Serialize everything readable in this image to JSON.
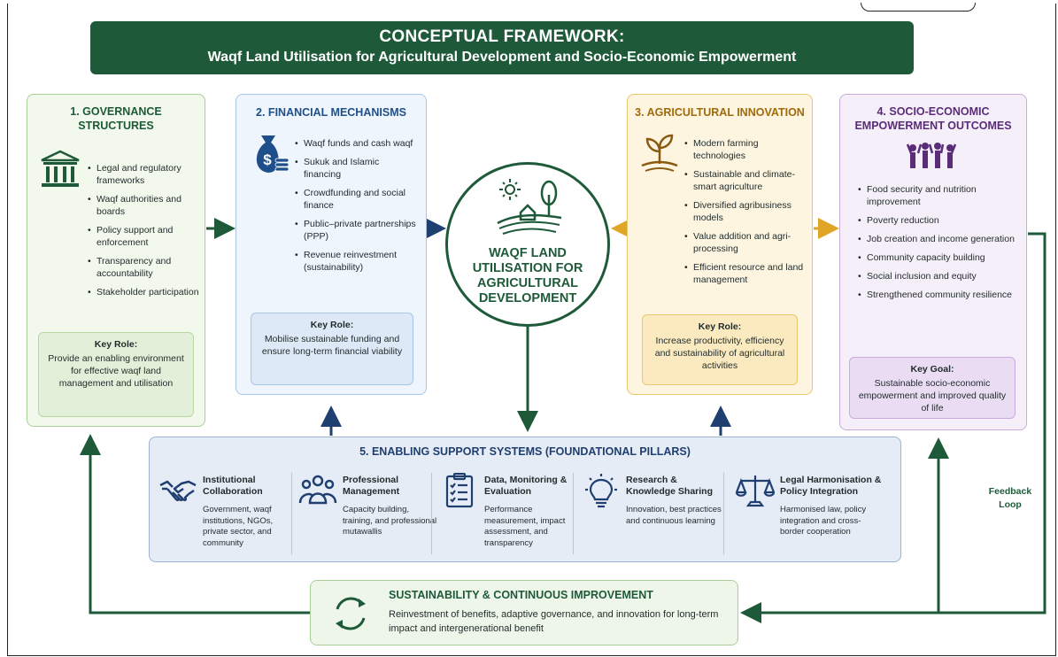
{
  "header": {
    "title": "CONCEPTUAL FRAMEWORK:",
    "subtitle": "Waqf Land Utilisation for Agricultural Development and Socio-Economic Empowerment"
  },
  "governance": {
    "title": "1. GOVERNANCE STRUCTURES",
    "icon": "institution-icon",
    "items": [
      "Legal and regulatory frameworks",
      "Waqf authorities and boards",
      "Policy support and enforcement",
      "Transparency and accountability",
      "Stakeholder participation"
    ],
    "key_label": "Key Role:",
    "key_text": "Provide an enabling environment for effective waqf land management and utilisation"
  },
  "financial": {
    "title": "2. FINANCIAL MECHANISMS",
    "icon": "money-bag-icon",
    "items": [
      "Waqf funds and cash waqf",
      "Sukuk and Islamic financing",
      "Crowdfunding and social finance",
      "Public–private partnerships (PPP)",
      "Revenue reinvestment (sustainability)"
    ],
    "key_label": "Key Role:",
    "key_text": "Mobilise sustainable funding and ensure long-term financial viability"
  },
  "center": {
    "icon": "farm-landscape-icon",
    "title": "WAQF LAND UTILISATION FOR AGRICULTURAL DEVELOPMENT"
  },
  "agricultural": {
    "title": "3. AGRICULTURAL INNOVATION",
    "icon": "sprout-icon",
    "items": [
      "Modern farming technologies",
      "Sustainable and climate-smart agriculture",
      "Diversified agribusiness models",
      "Value addition and agri-processing",
      "Efficient resource and land management"
    ],
    "key_label": "Key Role:",
    "key_text": "Increase productivity, efficiency and sustainability of agricultural activities"
  },
  "socio": {
    "title": "4. SOCIO-ECONOMIC EMPOWERMENT OUTCOMES",
    "icon": "community-people-icon",
    "items": [
      "Food security and nutrition improvement",
      "Poverty reduction",
      "Job creation and income generation",
      "Community capacity building",
      "Social inclusion and equity",
      "Strengthened community resilience"
    ],
    "key_label": "Key Goal:",
    "key_text": "Sustainable socio-economic empowerment and improved quality of life"
  },
  "enabling": {
    "title": "5. ENABLING SUPPORT SYSTEMS (FOUNDATIONAL PILLARS)",
    "pillars": [
      {
        "title": "Institutional Collaboration",
        "desc": "Government, waqf institutions, NGOs, private sector, and community",
        "icon": "handshake-icon"
      },
      {
        "title": "Professional Management",
        "desc": "Capacity building, training, and professional mutawallis",
        "icon": "team-icon"
      },
      {
        "title": "Data, Monitoring & Evaluation",
        "desc": "Performance measurement, impact assessment, and transparency",
        "icon": "clipboard-icon"
      },
      {
        "title": "Research & Knowledge Sharing",
        "desc": "Innovation, best practices and continuous learning",
        "icon": "lightbulb-icon"
      },
      {
        "title": "Legal Harmonisation & Policy Integration",
        "desc": "Harmonised law, policy integration and cross-border cooperation",
        "icon": "scales-icon"
      }
    ]
  },
  "sustainability": {
    "title": "SUSTAINABILITY & CONTINUOUS IMPROVEMENT",
    "desc": "Reinvestment of benefits, adaptive governance, and innovation for long-term impact and intergenerational benefit",
    "icon": "cycle-arrows-icon"
  },
  "feedback_label": "Feedback Loop",
  "colors": {
    "green": "#1e5a39",
    "blue": "#1f4f8a",
    "gold": "#e0a526",
    "purple": "#5a2c7a"
  }
}
